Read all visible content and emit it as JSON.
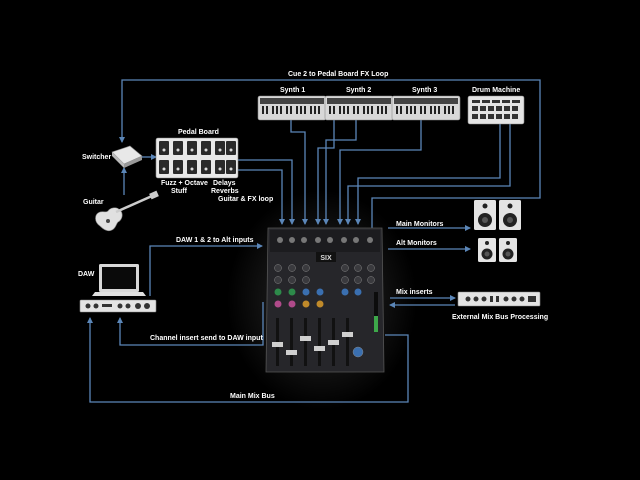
{
  "colors": {
    "background": "#000000",
    "wire": "#5b86b8",
    "device_light": "#e8e8e8",
    "mixer_body": "#2a2a2e"
  },
  "labels": {
    "cue_loop": "Cue 2 to Pedal Board FX Loop",
    "synth1": "Synth 1",
    "synth2": "Synth 2",
    "synth3": "Synth 3",
    "drum_machine": "Drum Machine",
    "pedal_board": "Pedal Board",
    "switcher": "Switcher",
    "fuzz_octave": "Fuzz + Octave",
    "stuff": "Stuff",
    "delays": "Delays",
    "reverbs": "Reverbs",
    "guitar": "Guitar",
    "guitar_fx_loop": "Guitar & FX loop",
    "daw_alt_inputs": "DAW 1 & 2 to Alt inputs",
    "daw": "DAW",
    "main_monitors": "Main Monitors",
    "alt_monitors": "Alt Monitors",
    "mix_inserts": "Mix inserts",
    "external_mix_bus": "External Mix Bus Processing",
    "channel_insert_send": "Channel insert send to DAW input",
    "main_mix_bus": "Main Mix Bus",
    "mixer_logo": "SIX"
  }
}
